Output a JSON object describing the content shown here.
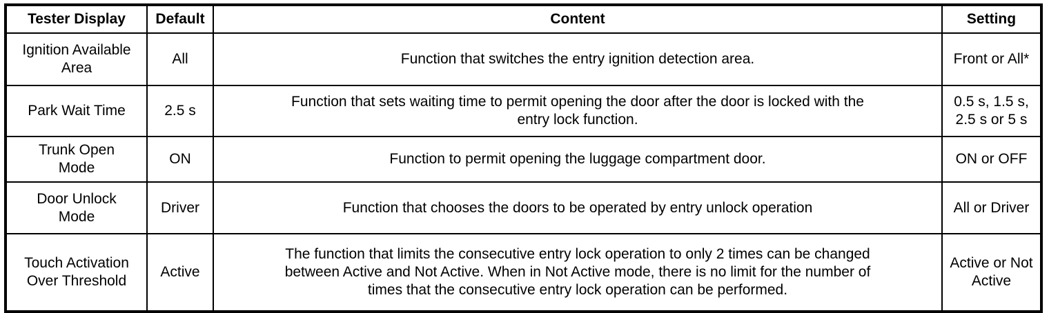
{
  "table": {
    "columns": [
      {
        "label": "Tester Display"
      },
      {
        "label": "Default"
      },
      {
        "label": "Content"
      },
      {
        "label": "Setting"
      }
    ],
    "rows": [
      {
        "tester_display": "Ignition Available\nArea",
        "default": "All",
        "content": "Function that switches the entry ignition detection area.",
        "setting": "Front or All*"
      },
      {
        "tester_display": "Park Wait Time",
        "default": "2.5 s",
        "content": "Function that sets waiting time to permit opening the door after the door is locked with the\nentry lock function.",
        "setting": "0.5 s, 1.5 s,\n2.5 s or 5 s"
      },
      {
        "tester_display": "Trunk Open\nMode",
        "default": "ON",
        "content": "Function to permit opening the luggage compartment door.",
        "setting": "ON or OFF"
      },
      {
        "tester_display": "Door Unlock\nMode",
        "default": "Driver",
        "content": "Function that chooses the doors to be operated by entry unlock operation",
        "setting": "All or Driver"
      },
      {
        "tester_display": "Touch Activation\nOver Threshold",
        "default": "Active",
        "content": "The function that limits the consecutive entry lock operation to only 2 times can be changed\nbetween Active and Not Active. When in Not Active mode, there is no limit for the number of\ntimes that the consecutive entry lock operation can be performed.",
        "setting": "Active or Not\nActive"
      }
    ]
  }
}
